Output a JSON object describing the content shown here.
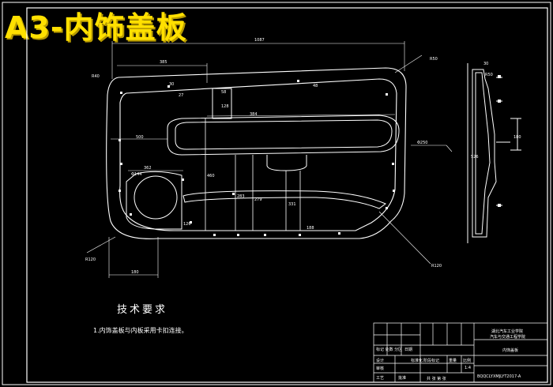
{
  "banner": "A3-内饰盖板",
  "dims": {
    "overall_width": "1087",
    "top_left": "385",
    "height_small": "30",
    "d_58": "58",
    "d_128": "128",
    "d_384": "384",
    "d_500": "500",
    "d_362": "362",
    "d_144": "Φ144",
    "d_460": "460",
    "d_283": "283",
    "d_279": "279",
    "d_331": "331",
    "d_188": "188",
    "d_126": "126",
    "d_180": "180",
    "d_526": "526",
    "d_180b": "180",
    "d_30b": "30",
    "d_250": "Φ250",
    "d_r50a": "R50",
    "d_r50b": "R50",
    "d_r40": "R40",
    "d_r120a": "R120",
    "d_r120b": "R120",
    "d_48": "48",
    "d_27": "27"
  },
  "requirements": {
    "title": "技术要求",
    "note": "1.内饰盖板与内板采用卡扣连接。"
  },
  "title_block": {
    "school": "湖北汽车工业学院",
    "dept": "汽车与交通工程学院",
    "part_name": "内饰盖板",
    "drawing_no": "BQQCLYXMJLYT2017-A",
    "stage": "阶段标记",
    "weight": "重量",
    "scale": "比例",
    "scale_val": "1:4",
    "sheet": "共 张 第 张",
    "rev": "标记 处数 分区",
    "design": "设计",
    "check": "审核",
    "process": "工艺",
    "std": "标准化",
    "approve": "批准",
    "date": "日期"
  }
}
